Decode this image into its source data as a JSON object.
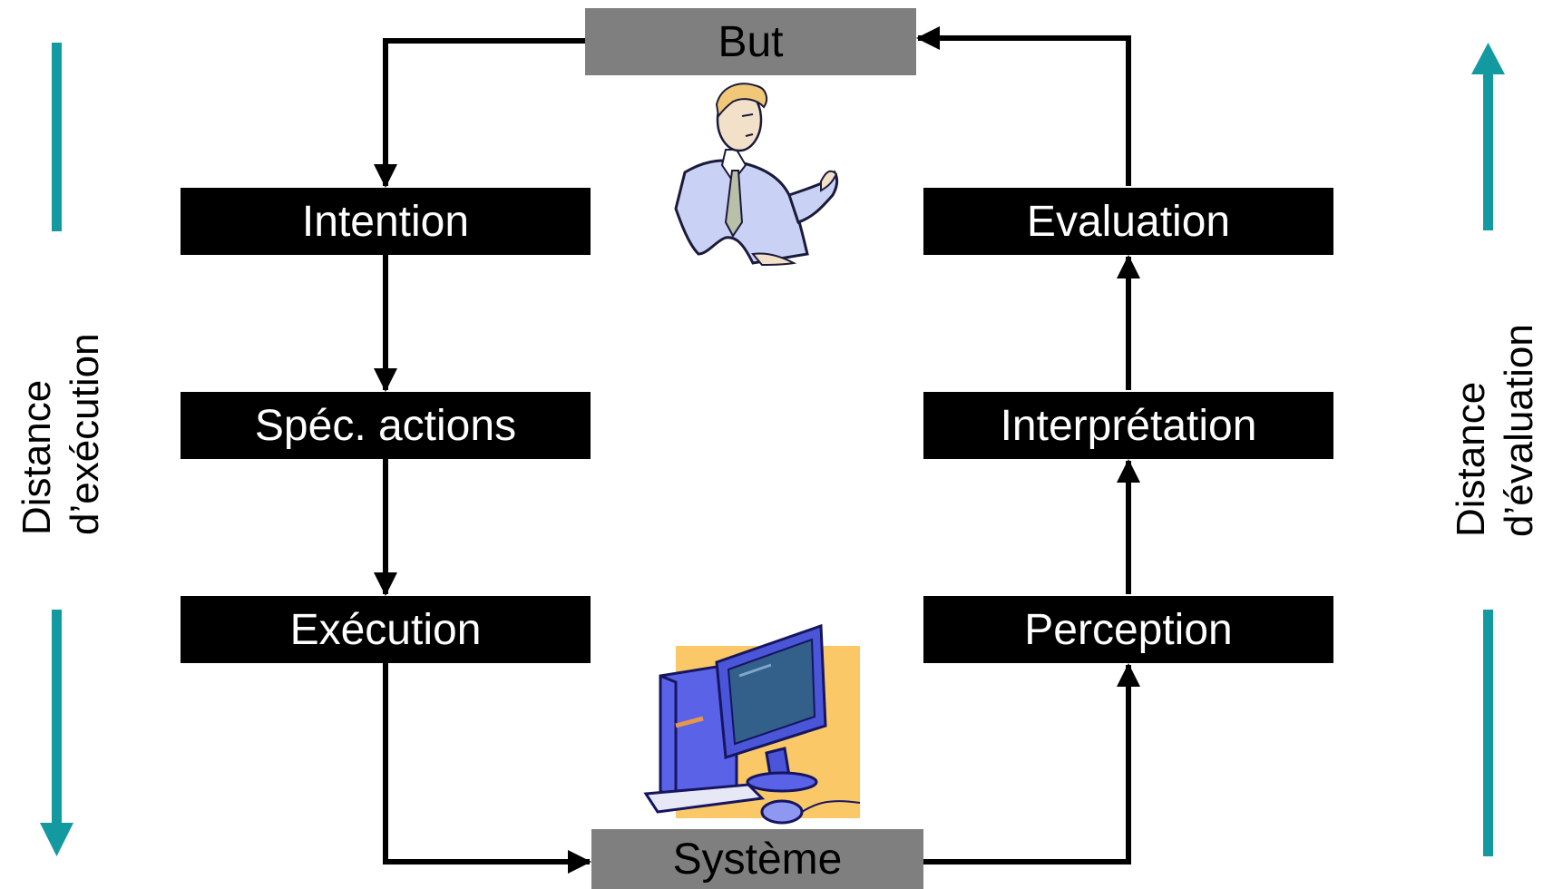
{
  "boxes": {
    "but": "But",
    "intention": "Intention",
    "spec_actions": "Spéc. actions",
    "execution": "Exécution",
    "evaluation": "Evaluation",
    "interpretation": "Interprétation",
    "perception": "Perception",
    "systeme": "Système"
  },
  "side_labels": {
    "left_line1": "Distance",
    "left_line2": "d’exécution",
    "right_line1": "Distance",
    "right_line2": "d’évaluation"
  },
  "colors": {
    "accent_teal": "#139aa0",
    "box_black": "#000000",
    "box_grey": "#7f7f7f"
  },
  "illustrations": {
    "person": "person-clipart",
    "computer": "computer-clipart"
  }
}
